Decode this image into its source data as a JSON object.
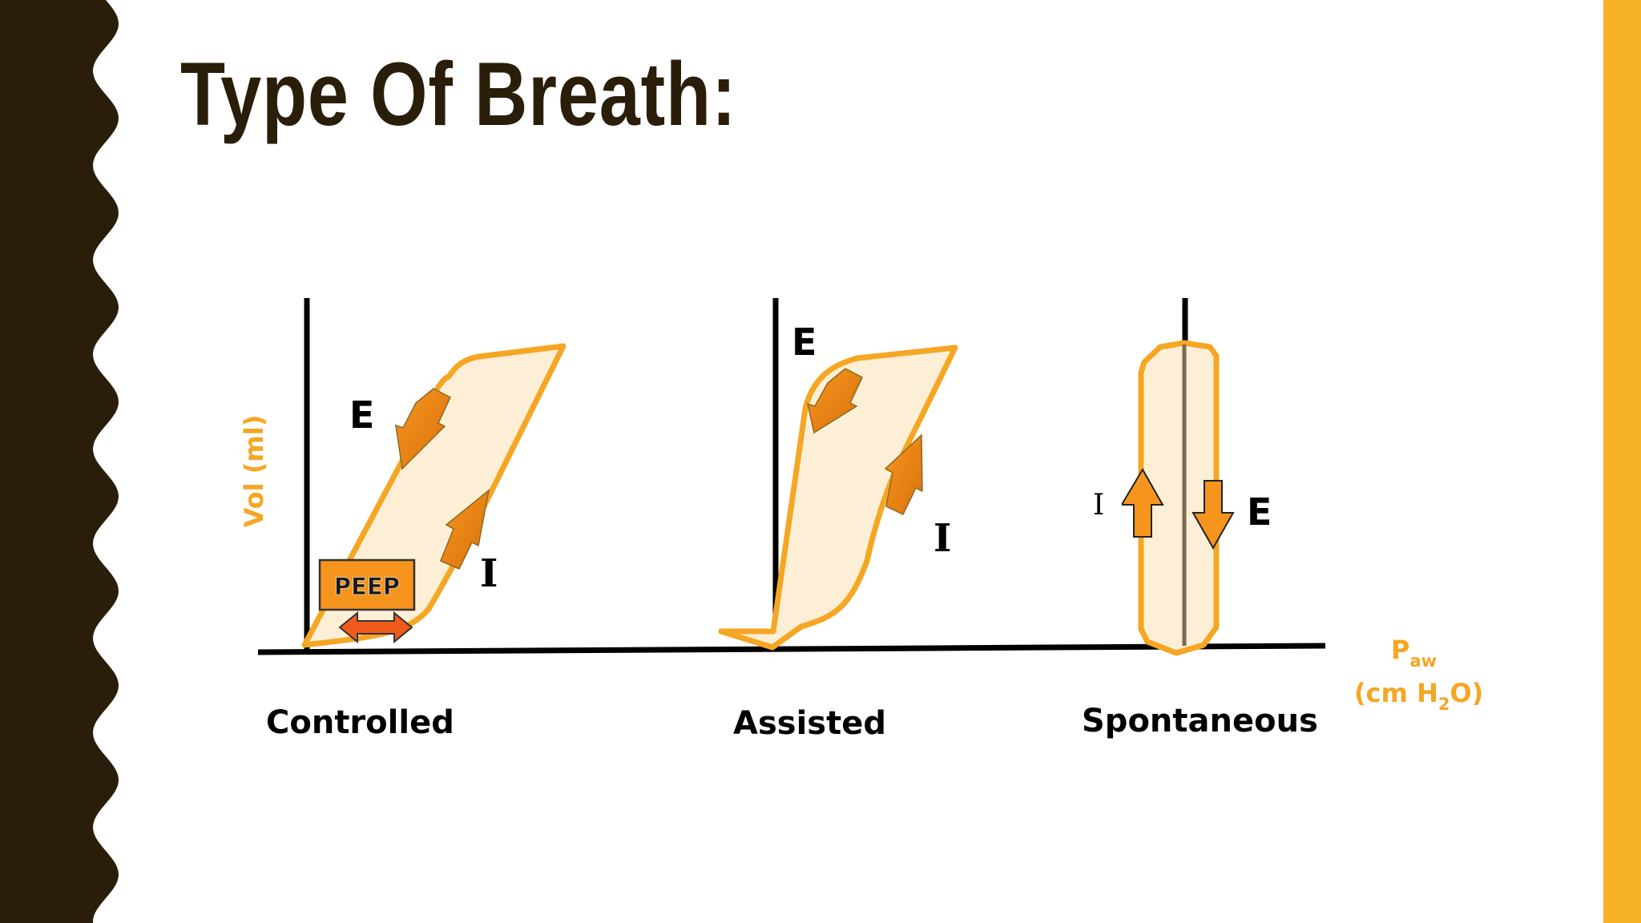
{
  "slide": {
    "title": "Type Of Breath:",
    "colors": {
      "background": "#FFFFFF",
      "border_dark": "#2A1D0A",
      "accent_bar": "#F8B228",
      "title_text": "#2A1D0A",
      "loop_stroke": "#F5A623",
      "loop_fill": "#FDEFD5",
      "arrow_fill": "#F7941D",
      "arrow_dark": "#E07B10",
      "peep_box": "#F7941D",
      "peep_arrow": "#F05A1A",
      "axis_label": "#F5A623",
      "text": "#000000"
    }
  },
  "diagram": {
    "y_axis_label": "Vol (ml)",
    "x_axis_label_main": "P",
    "x_axis_label_sub": "aw",
    "x_axis_unit_pre": "(cm H",
    "x_axis_unit_sub": "2",
    "x_axis_unit_post": "O)",
    "panels": [
      {
        "name": "Controlled",
        "labels": {
          "inspiration": "I",
          "expiration": "E"
        },
        "peep_label": "PEEP"
      },
      {
        "name": "Assisted",
        "labels": {
          "inspiration": "I",
          "expiration": "E"
        }
      },
      {
        "name": "Spontaneous",
        "labels": {
          "inspiration": "I",
          "expiration": "E"
        }
      }
    ]
  }
}
